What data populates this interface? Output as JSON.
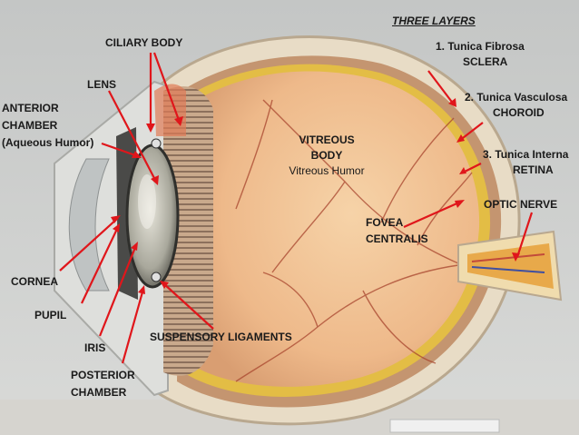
{
  "labels": {
    "three_layers": "THREE LAYERS",
    "tunica_fibrosa": "1. Tunica Fibrosa",
    "sclera": "SCLERA",
    "tunica_vasculosa": "2. Tunica Vasculosa",
    "choroid": "CHOROID",
    "tunica_interna": "3. Tunica Interna",
    "retina": "RETINA",
    "optic_nerve": "OPTIC NERVE",
    "ciliary_body": "CILIARY BODY",
    "lens": "LENS",
    "anterior": "ANTERIOR",
    "chamber": "CHAMBER",
    "aqueous_humor": "(Aqueous Humor)",
    "vitreous": "VITREOUS",
    "body": "BODY",
    "vitreous_humor": "Vitreous Humor",
    "fovea": "FOVEA",
    "centralis": "CENTRALIS",
    "cornea": "CORNEA",
    "pupil": "PUPIL",
    "iris": "IRIS",
    "suspensory_ligaments": "SUSPENSORY LIGAMENTS",
    "posterior": "POSTERIOR",
    "posterior_chamber": "CHAMBER"
  },
  "colors": {
    "background": "#cfd0cf",
    "vitreous": "#f1c79a",
    "sclera": "#e8dcc6",
    "choroid": "#c79a73",
    "retina": "#e6c23a",
    "arrow": "#e0161b"
  }
}
